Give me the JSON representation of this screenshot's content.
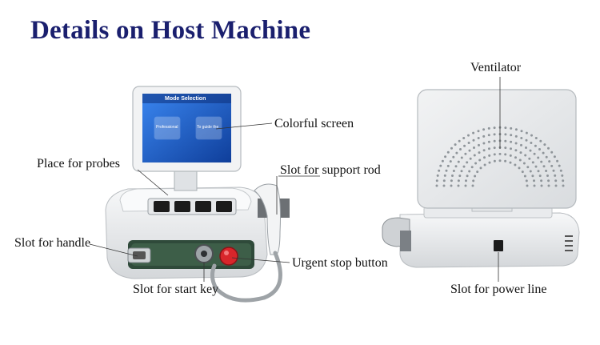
{
  "title": "Details on Host Machine",
  "screen": {
    "header": "Mode Selection",
    "button_left": "Professional",
    "button_right": "To guide the"
  },
  "labels": {
    "colorful_screen": "Colorful screen",
    "place_for_probes": "Place for probes",
    "slot_support_rod": "Slot for support rod",
    "slot_handle": "Slot for handle",
    "urgent_stop": "Urgent stop button",
    "slot_start_key": "Slot for start key",
    "ventilator": "Ventilator",
    "slot_power_line": "Slot for power line"
  },
  "colors": {
    "title": "#1a1f6e",
    "screen_blue": "#1e5fd0",
    "stop_red": "#d8262b",
    "device_body": "#eceef0"
  }
}
